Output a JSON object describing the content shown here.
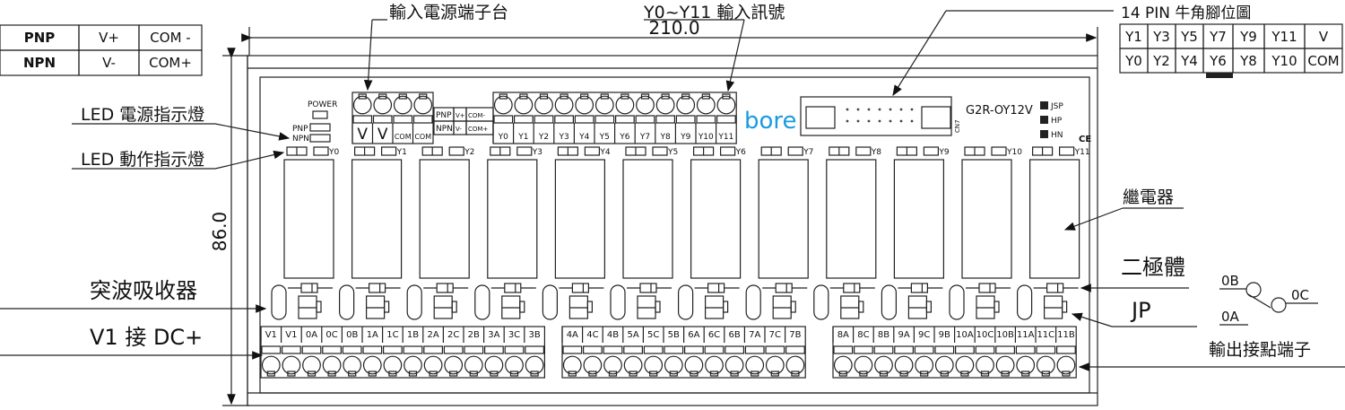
{
  "dimensions": {
    "width": "210.0",
    "height": "86.0"
  },
  "callouts": {
    "input_power_terminal": "輸入電源端子台",
    "input_signal": "Y0~Y11 輸入訊號",
    "pin_map_title": "14 PIN 牛角腳位圖",
    "led_power": "LED 電源指示燈",
    "led_action": "LED 動作指示燈",
    "relay": "繼電器",
    "diode": "二極體",
    "jp": "JP",
    "surge_absorber": "突波吸收器",
    "v1_note": "V1 接 DC+",
    "output_terminal": "輸出接點端子"
  },
  "mode_table": [
    [
      "PNP",
      "V+",
      "COM -"
    ],
    [
      "NPN",
      "V-",
      "COM+"
    ]
  ],
  "pin_table": [
    [
      "Y1",
      "Y3",
      "Y5",
      "Y7",
      "Y9",
      "Y11",
      "V"
    ],
    [
      "Y0",
      "Y2",
      "Y4",
      "Y6",
      "Y8",
      "Y10",
      "COM"
    ]
  ],
  "board": {
    "power_label": "POWER",
    "pnp_label": "PNP",
    "npn_label": "NPN",
    "power_terminals": [
      "V",
      "V",
      "COM",
      "COM"
    ],
    "mini_table": [
      [
        "PNP",
        "V+",
        "COM-"
      ],
      [
        "NPN",
        "V-",
        "COM+"
      ]
    ],
    "input_terminals": [
      "Y0",
      "Y1",
      "Y2",
      "Y3",
      "Y4",
      "Y5",
      "Y6",
      "Y7",
      "Y8",
      "Y9",
      "Y10",
      "Y11"
    ],
    "brand": "bore",
    "brand_color": "#1a9be0",
    "connector_label": "CN7",
    "model": "G2R-OY12V",
    "jumpers": [
      "JSP",
      "HP",
      "HN"
    ],
    "ce_mark": "CE",
    "led_labels": [
      "Y0",
      "Y1",
      "Y2",
      "Y3",
      "Y4",
      "Y5",
      "Y6",
      "Y7",
      "Y8",
      "Y9",
      "Y10",
      "Y11"
    ],
    "output_blocks": [
      [
        "V1",
        "V1",
        "0A",
        "0C",
        "0B",
        "1A",
        "1C",
        "1B",
        "2A",
        "2C",
        "2B",
        "3A",
        "3C",
        "3B"
      ],
      [
        "4A",
        "4C",
        "4B",
        "5A",
        "5C",
        "5B",
        "6A",
        "6C",
        "6B",
        "7A",
        "7C",
        "7B"
      ],
      [
        "8A",
        "8C",
        "8B",
        "9A",
        "9C",
        "9B",
        "10A",
        "10C",
        "10B",
        "11A",
        "11C",
        "11B"
      ]
    ]
  },
  "contact_diagram": {
    "nc": "0B",
    "com": "0C",
    "no": "0A"
  }
}
